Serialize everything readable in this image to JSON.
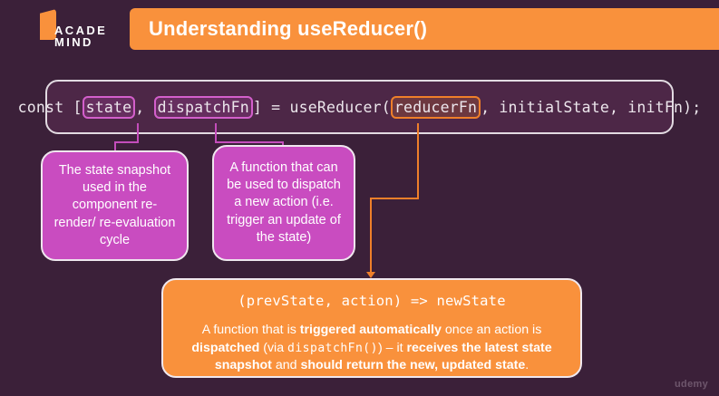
{
  "brand": {
    "logo_line1": "ACADE",
    "logo_line2": "MIND",
    "logo_mark": "academind-flag-mark"
  },
  "header": {
    "title": "Understanding useReducer()"
  },
  "code_panel": {
    "full_line": "const [state, dispatchFn] = useReducer(reducerFn, initialState, initFn);",
    "segments": {
      "const_kw": "const ",
      "bracket_open": "[",
      "state": "state",
      "comma_1": ", ",
      "dispatch_fn": "dispatchFn",
      "bracket_close": "]",
      "assign": " = useReducer(",
      "reducer_fn": "reducerFn",
      "rest": ", initialState, initFn);"
    }
  },
  "callouts": {
    "state_box": {
      "text": "The state snapshot used in the component re-render/ re-evaluation cycle"
    },
    "dispatch_box": {
      "text": "A function that can be used to dispatch a new action (i.e. trigger an update of the state)"
    },
    "reducer_box": {
      "signature": "(prevState, action) => newState",
      "desc_1": "A function that is ",
      "desc_bold_1": "triggered automatically",
      "desc_2": " once an action is ",
      "desc_bold_2": "dispatched",
      "desc_3": " (via ",
      "desc_mono": "dispatchFn()",
      "desc_4": ") – it ",
      "desc_bold_3": "receives the latest state snapshot",
      "desc_5": " and ",
      "desc_bold_4": "should return the new, updated state",
      "desc_6": "."
    }
  },
  "watermark": {
    "text": "udemy"
  },
  "colors": {
    "background": "#3b2039",
    "accent_orange": "#f9913c",
    "accent_magenta": "#c94cc0",
    "code_panel_bg": "#4d2747",
    "text_light": "#ffffff",
    "border_light": "#efe6ee"
  }
}
